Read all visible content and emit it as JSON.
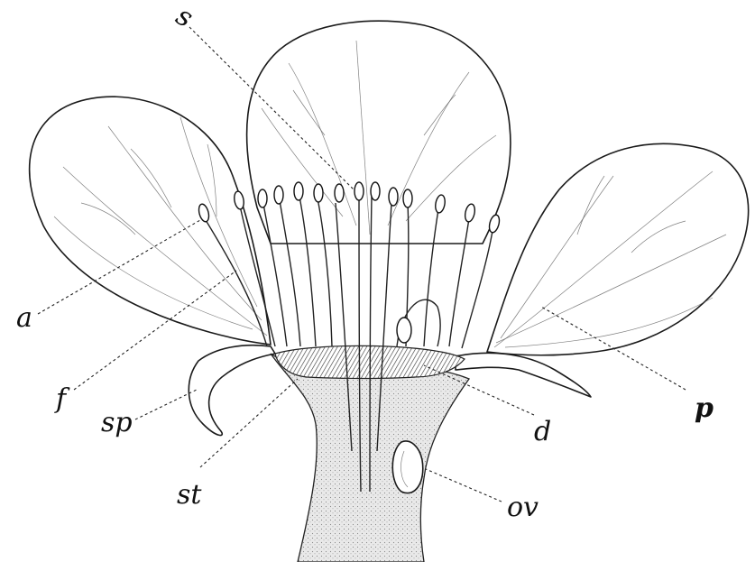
{
  "figure": {
    "labels": {
      "s": "s",
      "a": "a",
      "f": "f",
      "sp": "sp",
      "st": "st",
      "d": "d",
      "ov": "ov",
      "p": "p"
    }
  }
}
